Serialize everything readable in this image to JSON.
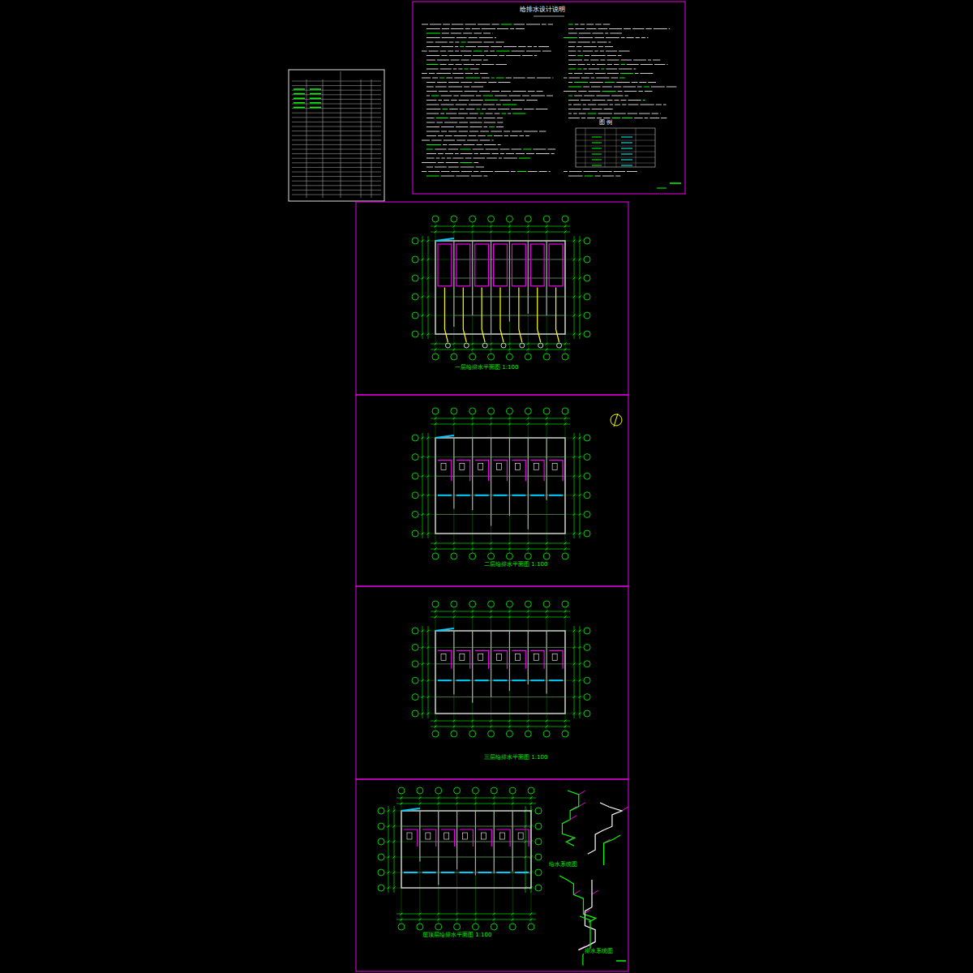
{
  "diagram": {
    "title": "给排水设计说明",
    "labels": [
      "图 例",
      "一层给排水平面图 1:100",
      "二层给排水平面图 1:100",
      "三层给排水平面图 1:100",
      "屋顶层给排水平面图 1:100",
      "给水系统图",
      "排水系统图"
    ]
  }
}
